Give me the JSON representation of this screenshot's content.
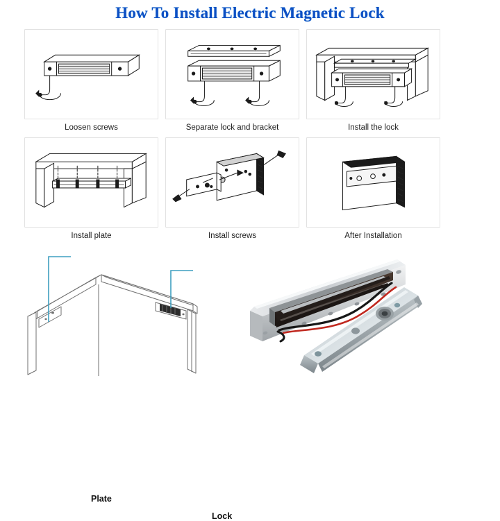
{
  "title": "How To Install Electric Magnetic Lock",
  "colors": {
    "title_blue": "#0d4fc4",
    "callout_teal": "#3f9fc0",
    "panel_border": "#e2e2e2",
    "background": "#ffffff",
    "line_art": "#1a1a1a"
  },
  "steps": [
    {
      "index": "1",
      "caption": "Loosen screws",
      "illustration": "magnetic-lock-body-with-screwdriver"
    },
    {
      "index": "2",
      "caption": "Separate lock and bracket",
      "illustration": "bracket-separated-above-lock-body-two-screwdrivers"
    },
    {
      "index": "3",
      "caption": "Install the lock",
      "illustration": "lock-and-bracket-mounted-in-door-frame"
    },
    {
      "index": "4",
      "caption": "Install plate",
      "illustration": "armature-plate-screwed-into-door-frame"
    },
    {
      "index": "5",
      "caption": "Install screws",
      "illustration": "lock-body-and-armature-plate-with-screws-exploded"
    },
    {
      "index": "6",
      "caption": "After Installation",
      "illustration": "assembled-lock-on-plate"
    }
  ],
  "door_diagram": {
    "callouts": [
      {
        "label": "Plate",
        "target": "armature-plate-on-door-leaf"
      },
      {
        "label": "Lock",
        "target": "magnetic-lock-on-door-frame"
      }
    ]
  },
  "product_photo": {
    "items": [
      {
        "name": "magnetic-lock-body",
        "description": "aluminium housing with dark magnet core and red and black wires"
      },
      {
        "name": "armature-plate",
        "description": "steel strike plate with centre bolt"
      }
    ]
  }
}
